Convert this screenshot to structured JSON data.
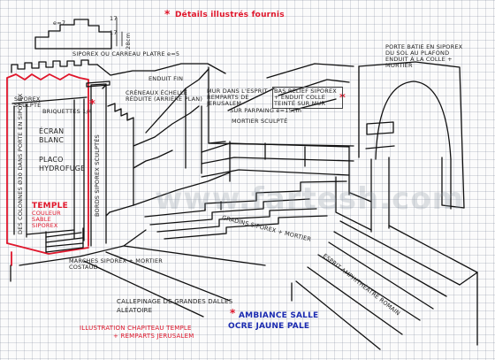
{
  "title": "Détails illustrés fournis",
  "dimension_labels": {
    "e7": "e=7",
    "d17": "17",
    "d17b": "17",
    "d28": "28cm"
  },
  "siporex_plates": "SIPOREX OU CARREAU PLATRE e=5",
  "enduit_fin": "ENDUIT FIN",
  "crenelage": "CRÉNEAUX ÉCHELLE RÉDUITE (ARRIÈRE PLAN)",
  "mur_remparts": "MUR DANS L'ESPRIT REMPARTS DE JERUSALEM",
  "bas_relief": "BAS RELIEF SIPOREX + ENDUIT COLLE TEINTÉ SUR MUR",
  "sur_parpaing": "SUR PARPAING e=15cm",
  "mortier_sculpte": "MORTIER SCULPTÉ",
  "porte": "PORTE BATIE EN SIPOREX DU SOL AU PLAFOND ENDUIT À LA COLLE + MORTIER",
  "siporex_sculpte": "SIPOREX SCULPTÉ",
  "briquettes": "BRIQUETTES 1/4",
  "ecran": "ÉCRAN BLANC",
  "placo": "PLACO HYDROFUGE",
  "colonnes": "DES COLONNES Ø30 DANS PORTE EN SIPOREX",
  "bords_siporex": "BORDS SIPOREX SCULPTÉS",
  "temple": "TEMPLE",
  "temple_sub": "COULEUR SABLE SIPOREX",
  "gradins": "GRADINS SIPOREX + MORTIER",
  "marches": "MARCHES SIPOREX + MORTIER COSTAUD",
  "esprit": "ESPRIT AMPHITHÉATRE ROMAIN",
  "calepinage": "CALLEPINAGE DE GRANDES DALLES ALÉATOIRE",
  "illustration": "ILLUSTRATION CHAPITEAU TEMPLE",
  "remparts": "+ REMPARTS JERUSALEM",
  "ambiance": "AMBIANCE SALLE",
  "ocre": "OCRE JAUNE PALE",
  "watermark": "www.fartesh.com",
  "colors": {
    "ink": "#111111",
    "accent_red": "#e0162b",
    "accent_blue": "#1b2bb0",
    "grid": "#8c96a8"
  }
}
